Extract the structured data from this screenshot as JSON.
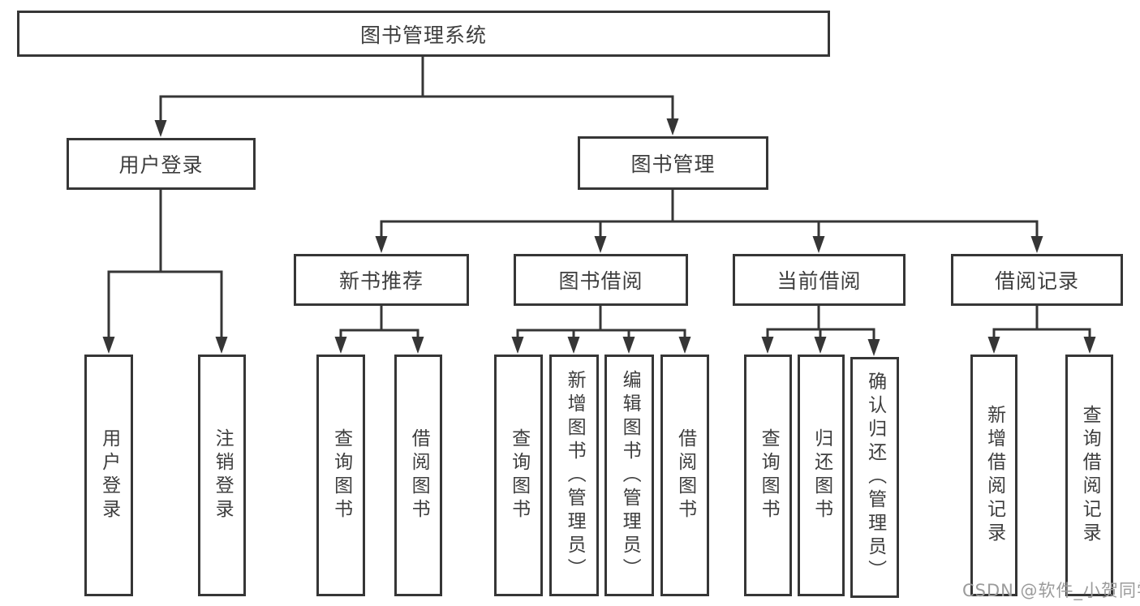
{
  "title": "图书管理系统",
  "nodes": {
    "root": "图书管理系统",
    "l2": [
      "用户登录",
      "图书管理"
    ],
    "l3": [
      "新书推荐",
      "图书借阅",
      "当前借阅",
      "借阅记录"
    ],
    "leaves": {
      "user": [
        "用户登录",
        "注销登录"
      ],
      "newbook": [
        "查询图书",
        "借阅图书"
      ],
      "borrow": [
        "查询图书",
        "新增图书（管理员）",
        "编辑图书（管理员）",
        "借阅图书"
      ],
      "current": [
        "查询图书",
        "归还图书",
        "确认归还（管理员）"
      ],
      "record": [
        "新增借阅记录",
        "查询借阅记录"
      ]
    }
  },
  "watermark": "CSDN @软件_小贺同学",
  "colors": {
    "line": "#363636",
    "text": "#3e3e3e",
    "watermark": "#9b9b9b",
    "background": "#ffffff"
  }
}
